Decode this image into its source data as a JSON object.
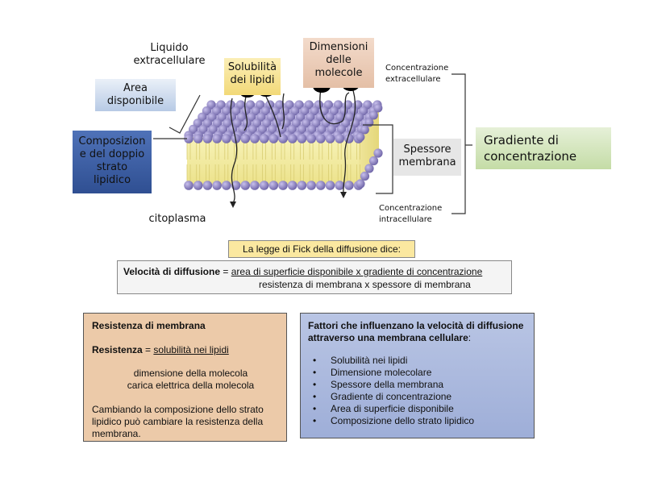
{
  "labels": {
    "extracellular_fluid": "Liquido\nextracellulare",
    "lipid_solubility": "Solubilità\ndei lipidi",
    "molecule_size": "Dimensioni\ndelle\nmolecole",
    "extracellular_concentration": "Concentrazione\nextracellulare",
    "available_area": "Area\ndisponibile",
    "bilayer_composition": "Composizion\ne del doppio\nstrato\nlipidico",
    "membrane_thickness": "Spessore\nmembrana",
    "concentration_gradient": "Gradiente di\nconcentrazione",
    "cytoplasm": "citoplasma",
    "intracellular_concentration": "Concentrazione\nintracellulare"
  },
  "fick": {
    "heading": "La legge di Fick della diffusione dice:",
    "term": "Velocità di diffusione",
    "equals": " = ",
    "numerator": "area di superficie disponibile x gradiente di concentrazione",
    "denominator": "resistenza di membrana x spessore di membrana"
  },
  "resistance_box": {
    "title": "Resistenza di membrana",
    "term": "Resistenza",
    "equals": " = ",
    "numerator": "solubilità nei lipidi",
    "denominator_line1": "dimensione della molecola",
    "denominator_line2": "carica elettrica della molecola",
    "note": "Cambiando la composizione dello strato lipidico può cambiare la resistenza della membrana."
  },
  "factors_box": {
    "title": "Fattori che influenzano la velocità di diffusione attraverso una membrana cellulare",
    "title_suffix": ":",
    "items": [
      "Solubilità nei lipidi",
      "Dimensione molecolare",
      "Spessore della membrana",
      "Gradiente di concentrazione",
      "Area di superficie disponibile",
      "Composizione dello strato lipidico"
    ]
  },
  "colors": {
    "area_box": "#c7d6ea",
    "composition_box": "#3f62a8",
    "solubility_box": "#f2d978",
    "size_box": "#e4bfa6",
    "gradient_box": "#cfe3b4",
    "thickness_box": "#e6e6e6",
    "heading_box": "#fbe8a0",
    "resistance_box": "#eccaa9",
    "factors_box": "#a9b7dc",
    "head": "#8c82c0",
    "tail": "#f3eb9d"
  }
}
